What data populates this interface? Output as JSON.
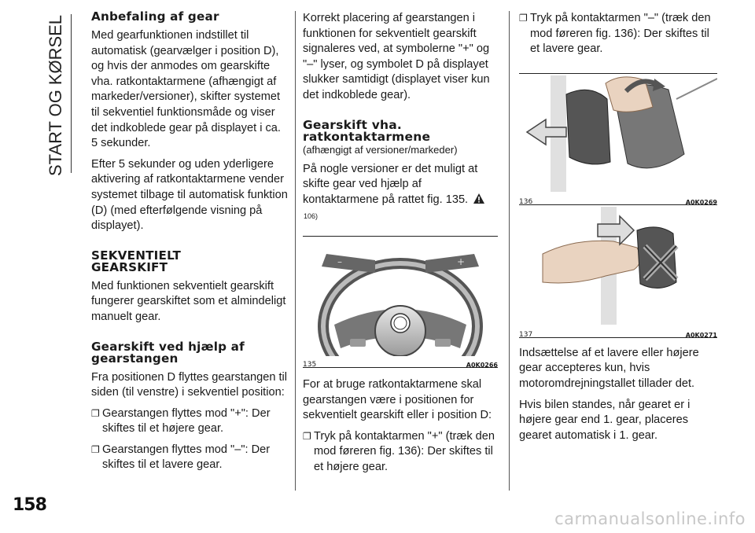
{
  "section_tab": "START OG KØRSEL",
  "page_number": "158",
  "col1": {
    "h1": "Anbefaling af gear",
    "p1": "Med gearfunktionen indstillet til automatisk (gearvælger i position D), og hvis der anmodes om gearskifte vha. ratkontaktarmene (afhængigt af markeder/versioner), skifter systemet til sekventiel funktionsmåde og viser det indkoblede gear på displayet i ca. 5 sekunder.",
    "p2": "Efter 5 sekunder og uden yderligere aktivering af ratkontaktarmene vender systemet tilbage til automatisk funktion (D) (med efterfølgende visning på displayet).",
    "h2": "SEKVENTIELT GEARSKIFT",
    "p3": "Med funktionen sekventielt gearskift fungerer gearskiftet som et almindeligt manuelt gear.",
    "h3": "Gearskift ved hjælp af gearstangen",
    "p4": "Fra positionen D flyttes gearstangen til siden (til venstre) i sekventiel position:",
    "b1": "Gearstangen flyttes mod \"+\": Der skiftes til et højere gear.",
    "b2": "Gearstangen flyttes mod \"–\": Der skiftes til et lavere gear."
  },
  "col2": {
    "p1": "Korrekt placering af gearstangen i funktionen for sekventielt gearskift signaleres ved, at symbolerne \"+\" og \"–\" lyser, og symbolet D på displayet slukker samtidigt (displayet viser kun det indkoblede gear).",
    "h1": "Gearskift vha. ratkontaktarmene",
    "sub": "(afhængigt af versioner/markeder)",
    "p2": "På nogle versioner er det muligt at skifte gear ved hjælp af kontaktarmene på rattet fig. 135.",
    "ref": "106)",
    "fig_num": "135",
    "fig_code": "A0K0266",
    "p3": "For at bruge ratkontaktarmene skal gearstangen være i positionen for sekventielt gearskift eller i position D:",
    "b1": "Tryk på kontaktarmen \"+\" (træk den mod føreren fig. 136): Der skiftes til et højere gear."
  },
  "col3": {
    "b1": "Tryk på kontaktarmen \"–\" (træk den mod føreren fig. 136): Der skiftes til et lavere gear.",
    "fig1_num": "136",
    "fig1_code": "A0K0269",
    "fig2_num": "137",
    "fig2_code": "A0K0271",
    "p1": "Indsættelse af et lavere eller højere gear accepteres kun, hvis motoromdrejningstallet tillader det.",
    "p2": "Hvis bilen standes, når gearet er i højere gear end 1. gear, placeres gearet automatisk i 1. gear."
  },
  "bullet_glyph": "❐",
  "watermark": "carmanualsonline.info"
}
